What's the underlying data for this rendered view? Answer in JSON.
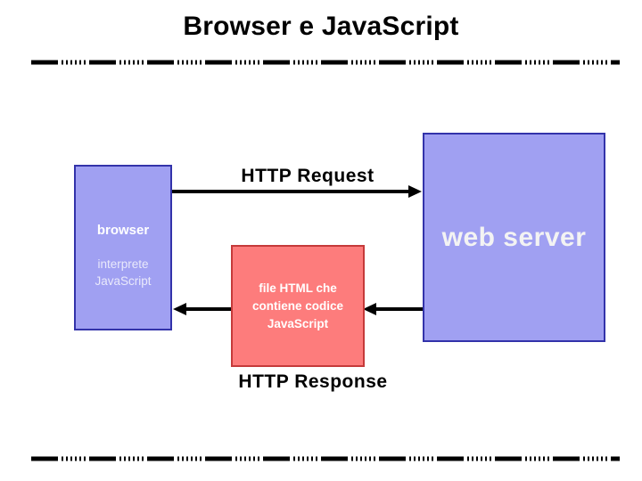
{
  "slide": {
    "title": "Browser e JavaScript",
    "colors": {
      "title-text": "#000000",
      "arrow-black": "#000000",
      "box-purple": "#a0a0f2",
      "box-purple-border": "#3333aa",
      "box-red": "#fd7c7c",
      "box-red-border": "#c53a3a",
      "box-text": "#ffffff",
      "subtitle-text": "#e9e9fb"
    },
    "diagram": {
      "browser_box": {
        "title": "browser",
        "subtitle": "interprete\nJavaScript"
      },
      "web_server_box": {
        "label": "web server"
      },
      "file_box": {
        "label": "file HTML che\ncontiene codice\nJavaScript"
      },
      "request_label": "HTTP Request",
      "response_label": "HTTP Response"
    }
  }
}
